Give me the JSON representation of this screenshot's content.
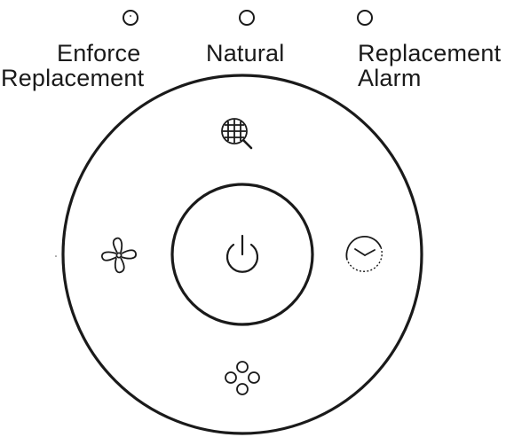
{
  "indicators": [
    {
      "line1": "Enforce",
      "line2": "Replacement",
      "icon": "indicator-light"
    },
    {
      "line1": "Natural",
      "line2": "",
      "icon": "indicator-light"
    },
    {
      "line1": "Replacement",
      "line2": "Alarm",
      "icon": "indicator-light"
    }
  ],
  "control_panel": {
    "buttons": [
      {
        "name": "filter-check-button",
        "icon": "filter-magnifier-icon"
      },
      {
        "name": "fan-speed-button",
        "icon": "fan-icon"
      },
      {
        "name": "power-button",
        "icon": "power-icon"
      },
      {
        "name": "timer-button",
        "icon": "clock-icon"
      },
      {
        "name": "mode-button",
        "icon": "four-dots-icon"
      }
    ]
  },
  "colors": {
    "stroke": "#1a1a1a",
    "background": "#ffffff"
  }
}
